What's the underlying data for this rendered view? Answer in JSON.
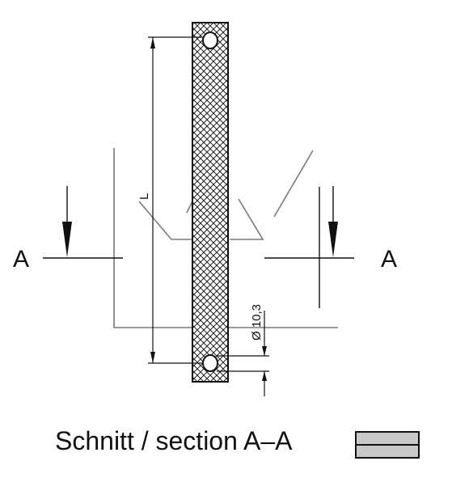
{
  "section_marker_left": "A",
  "section_marker_right": "A",
  "length_label": "L",
  "hole_diameter_label": "Ø 10,3",
  "caption": "Schnitt / section A–A",
  "colors": {
    "line": "#111111",
    "projection_line": "#7a7a7a",
    "section_fill": "#c8c8c8"
  },
  "icons": {
    "arrow": "down-arrow-icon",
    "hatch": "braided-strap-hatch"
  }
}
